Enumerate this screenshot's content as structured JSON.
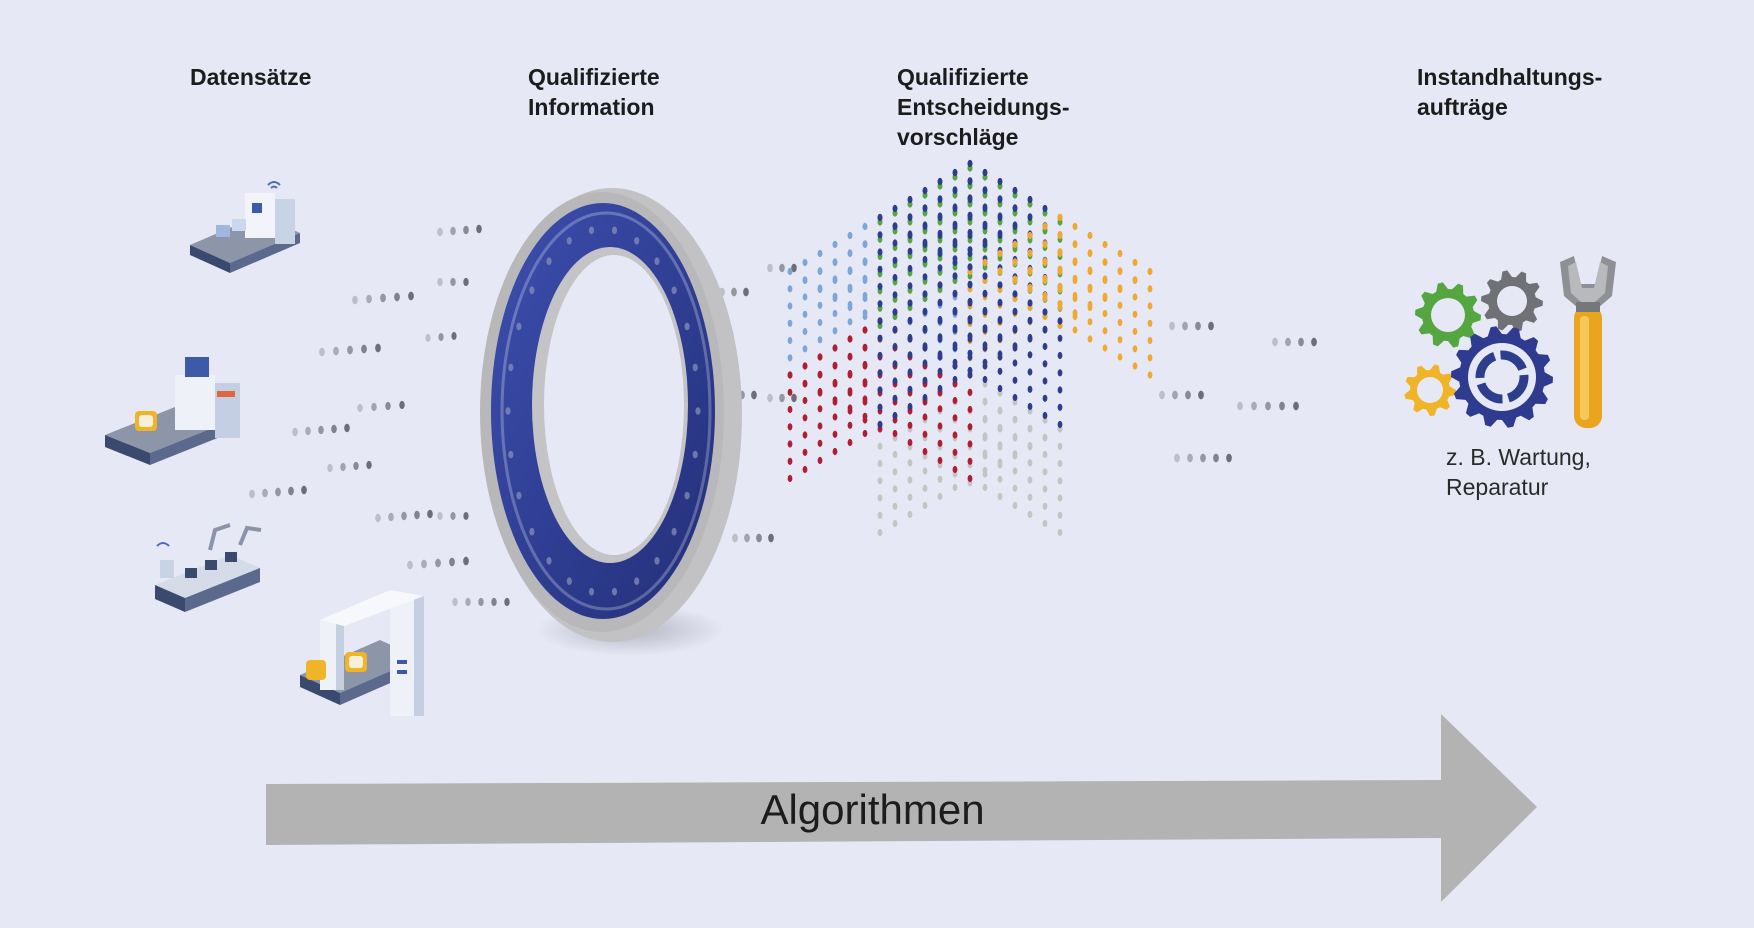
{
  "stages": {
    "datasets": "Datensätze",
    "information": "Qualifizierte\nInformation",
    "decisions": "Qualifizierte\nEntscheidungs-\nvorschläge",
    "orders": "Instandhaltungs-\naufträge"
  },
  "orders_example": "z. B. Wartung,\nReparatur",
  "arrow_label": "Algorithmen",
  "colors": {
    "background": "#e6e9f5",
    "ring": "#2e3b8f",
    "arrow": "#b3b3b3",
    "cube_navy": "#2d3f8c",
    "cube_green": "#55a541",
    "cube_lightblue": "#7ea6d8",
    "cube_orange": "#f0a830",
    "cube_red": "#b01e34",
    "cube_grey": "#c4c4c4",
    "wrench": "#f0b429"
  },
  "icons": {
    "machines": [
      "conveyor-machine-icon",
      "press-machine-icon",
      "robot-line-icon",
      "gantry-machine-icon"
    ],
    "ring": "data-filter-ring-icon",
    "cube": "decision-cube-icon",
    "tools": [
      "green-gear-icon",
      "grey-gear-icon",
      "orange-gear-icon",
      "navy-gear-icon",
      "wrench-icon"
    ]
  }
}
